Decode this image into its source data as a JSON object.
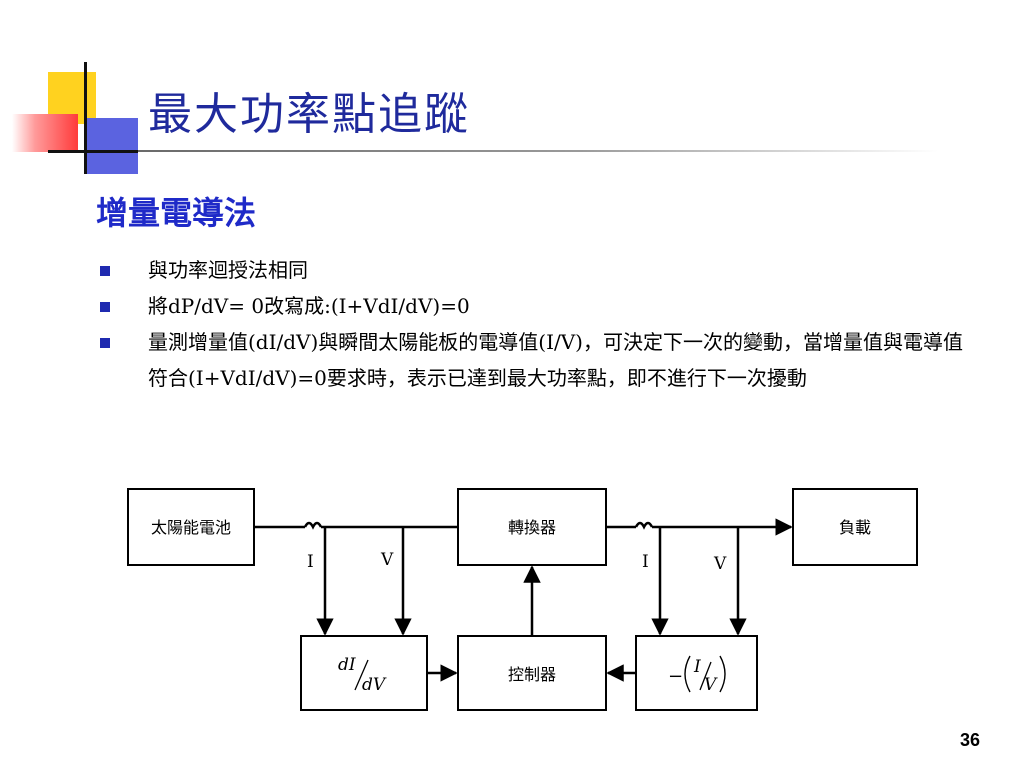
{
  "slide": {
    "title": "最大功率點追蹤",
    "subtitle": "增量電導法",
    "bullets": [
      "與功率迴授法相同",
      "將dP/dV= 0改寫成:(I+VdI/dV)=0",
      "量測增量值(dI/dV)與瞬間太陽能板的電導值(I/V)，可決定下一次的變動，當增量值與電導值符合(I+VdI/dV)=0要求時，表示已達到最大功率點，即不進行下一次擾動"
    ],
    "page_number": "36"
  },
  "diagram": {
    "blocks": {
      "solar": "太陽能電池",
      "converter": "轉換器",
      "load": "負載",
      "controller": "控制器",
      "didv": {
        "num": "dI",
        "den": "dV"
      },
      "neg_iv": {
        "sign": "−",
        "num": "I",
        "den": "V"
      }
    },
    "signals": {
      "current": "I",
      "voltage": "V"
    }
  }
}
